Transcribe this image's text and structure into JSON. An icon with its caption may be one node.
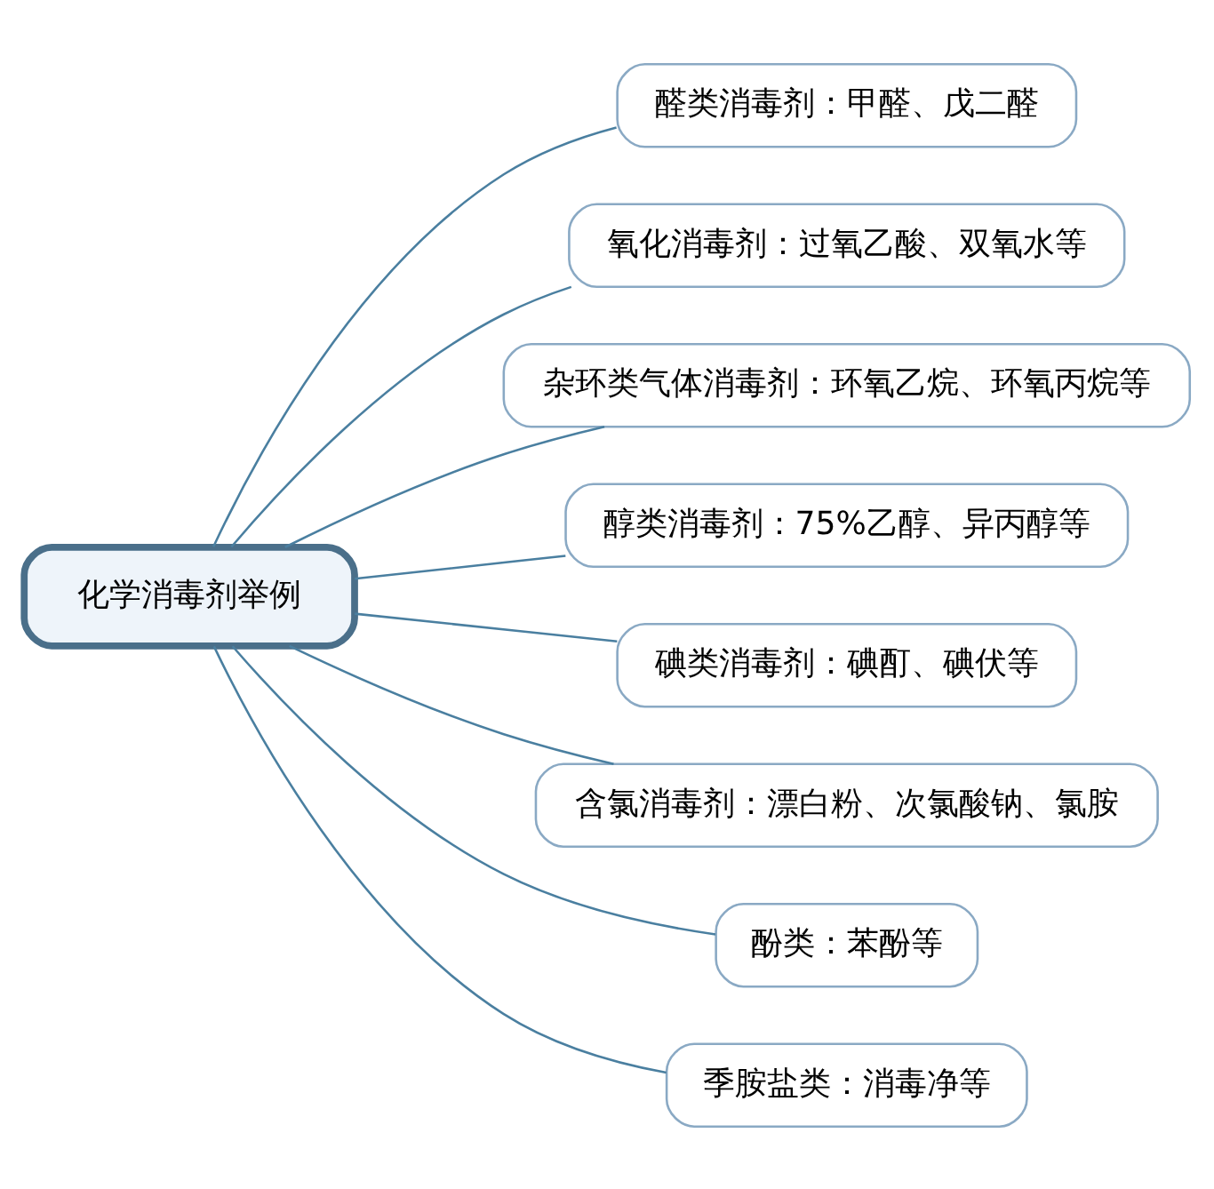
{
  "diagram": {
    "nodes": [
      {
        "text": [
          "化学消毒剂举例"
        ]
      },
      {
        "text": [
          "醛类消毒剂：甲醛、戊二醛"
        ]
      },
      {
        "text": [
          "氧化消毒剂：过氧乙酸、双氧水等"
        ]
      },
      {
        "text": [
          "杂环类气体消毒剂：环氧乙烷、环氧丙烷等"
        ]
      },
      {
        "text": [
          "醇类消毒剂：75%乙醇、异丙醇等"
        ]
      },
      {
        "text": [
          "碘类消毒剂：碘酊、碘伏等"
        ]
      },
      {
        "text": [
          "含氯消毒剂：漂白粉、次氯酸钠、氯胺"
        ]
      },
      {
        "text": [
          "酚类：苯酚等"
        ]
      },
      {
        "text": [
          "季胺盐类：消毒净等"
        ]
      }
    ],
    "edges": [
      {
        "from": 0,
        "to": 1,
        "arrow": "none"
      },
      {
        "from": 0,
        "to": 2,
        "arrow": "none"
      },
      {
        "from": 0,
        "to": 3,
        "arrow": "none"
      },
      {
        "from": 0,
        "to": 4,
        "arrow": "none"
      },
      {
        "from": 0,
        "to": 5,
        "arrow": "none"
      },
      {
        "from": 0,
        "to": 6,
        "arrow": "none"
      },
      {
        "from": 0,
        "to": 7,
        "arrow": "none"
      },
      {
        "from": 0,
        "to": 8,
        "arrow": "none"
      }
    ]
  }
}
